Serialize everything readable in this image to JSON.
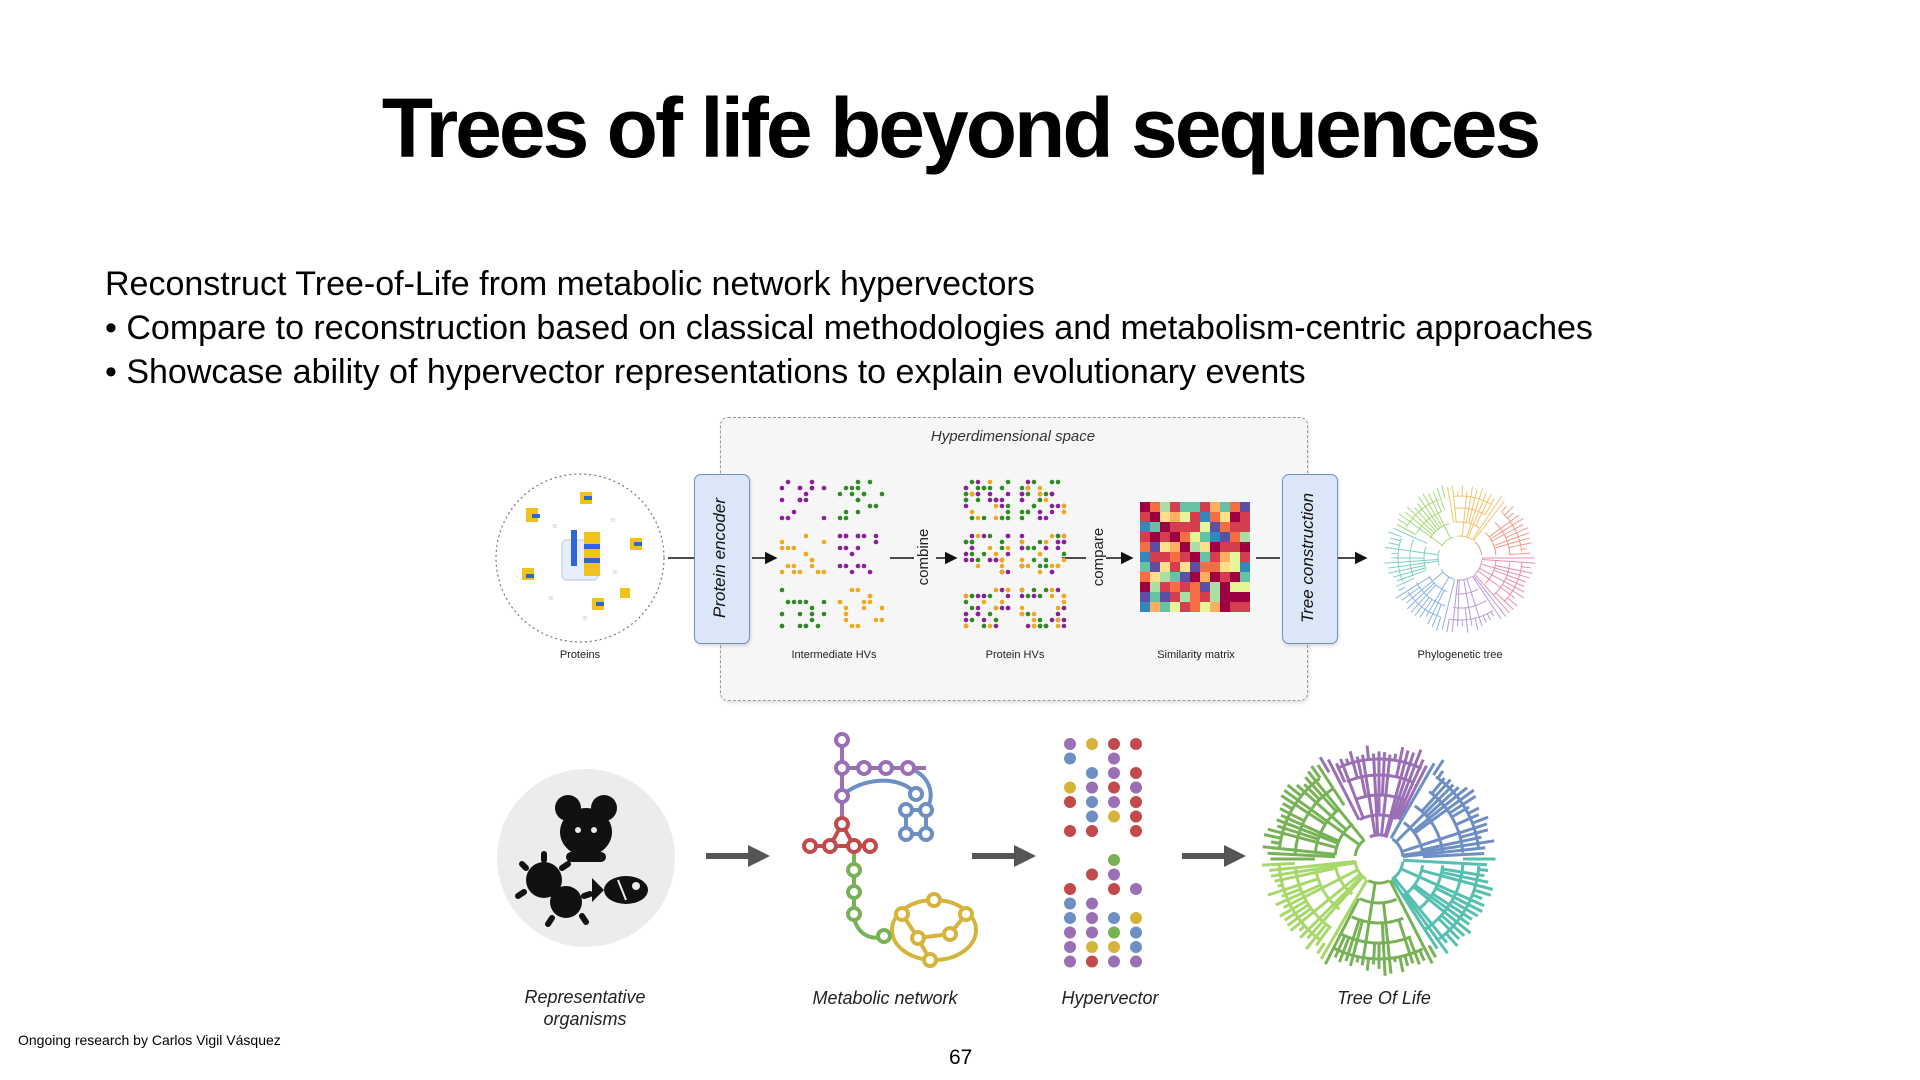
{
  "slide": {
    "title": "Trees of life beyond sequences",
    "bullets": [
      "Reconstruct Tree-of-Life from metabolic network hypervectors",
      "• Compare to reconstruction based on classical methodologies and metabolism-centric approaches",
      "• Showcase ability of hypervector representations to explain evolutionary events"
    ],
    "credit": "Ongoing research by Carlos Vigil Vásquez",
    "page_number": "67"
  },
  "top_diagram": {
    "panel_title": "Hyperdimensional space",
    "encoder_label": "Protein encoder",
    "tree_construction_label": "Tree construction",
    "combine_label": "combine",
    "compare_label": "compare",
    "captions": {
      "proteins": "Proteins",
      "intermediate": "Intermediate HVs",
      "protein_hvs": "Protein HVs",
      "similarity": "Similarity matrix",
      "phylo": "Phylogenetic tree"
    },
    "colors": {
      "panel_bg": "#f6f6f6",
      "encoder_bg": "#dbe6f8",
      "purple": "#8a1f9a",
      "green": "#2e8b22",
      "orange": "#f0a81c"
    }
  },
  "bottom_diagram": {
    "captions": {
      "organisms": "Representative organisms",
      "network": "Metabolic network",
      "hypervector": "Hypervector",
      "tree": "Tree Of Life"
    },
    "colors": {
      "purple": "#9b6fb5",
      "blue": "#6d8fc4",
      "red": "#c24a4a",
      "green": "#77b356",
      "yellow": "#d6b43c",
      "teal": "#55bfb0"
    },
    "icons": [
      "mouse-icon",
      "bacteria-icon",
      "fish-icon"
    ]
  }
}
